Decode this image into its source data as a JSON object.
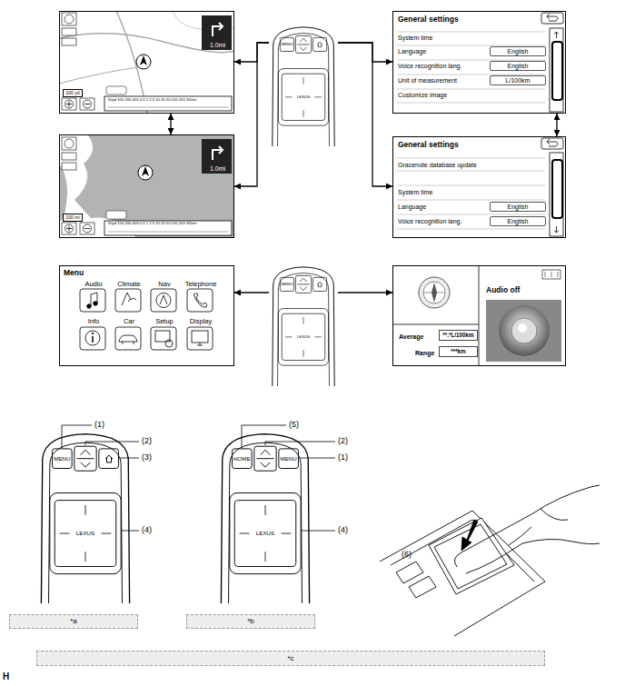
{
  "diagram": {
    "nodes": [
      {
        "text": [
          "50yd 100 200 400 0.5 1 2 5 10 20 50 100 200 300mi"
        ]
      },
      {
        "text": [
          "1.0mi"
        ],
        "in": 0
      },
      {
        "text": [
          "200 yd"
        ],
        "in": 0
      },
      {
        "text": [
          "50yd 100 200 400 0.5 1 2 5 10 20 50 100 200 300mi"
        ]
      },
      {
        "text": [
          "1.0mi"
        ],
        "in": 3
      },
      {
        "text": [
          "100 mi"
        ],
        "in": 3
      },
      {
        "text": [
          "General settings",
          "System time",
          "Language",
          "Voice recognition lang.",
          "Unit of measurement",
          "Customize image"
        ]
      },
      {
        "text": [
          "English"
        ],
        "in": 6
      },
      {
        "text": [
          "English"
        ],
        "in": 6
      },
      {
        "text": [
          "L/100km"
        ],
        "in": 6
      },
      {
        "text": [
          "General settings",
          "Gracenote database update",
          "System time",
          "Language",
          "Voice recognition lang."
        ]
      },
      {
        "text": [
          "English"
        ],
        "in": 10
      },
      {
        "text": [
          "English"
        ],
        "in": 10
      },
      {
        "text": [
          "MENU",
          "LEXUS"
        ]
      },
      {
        "text": [
          "Menu",
          "Audio",
          "Climate",
          "Nav",
          "Telephone",
          "Info",
          "Car",
          "Setup",
          "Display"
        ]
      },
      {
        "text": [
          "Audio off",
          "Average",
          "Range"
        ]
      },
      {
        "text": [
          "**.*L/100km"
        ],
        "in": 15
      },
      {
        "text": [
          "***km"
        ],
        "in": 15
      },
      {
        "text": [
          "MENU",
          "LEXUS"
        ]
      },
      {
        "text": [
          "MENU",
          "LEXUS"
        ]
      },
      {
        "text": [
          "HOME",
          "MENU",
          "LEXUS"
        ]
      },
      {
        "text": [
          "*a"
        ]
      },
      {
        "text": [
          "*b"
        ]
      },
      {
        "text": [
          "*c"
        ]
      }
    ],
    "edges": [
      {
        "from": 13,
        "to": 0,
        "arrow": "to"
      },
      {
        "from": 13,
        "to": 3,
        "arrow": "to"
      },
      {
        "from": 13,
        "to": 6,
        "arrow": "to"
      },
      {
        "from": 13,
        "to": 10,
        "arrow": "to"
      },
      {
        "from": 0,
        "to": 3,
        "arrow": "both"
      },
      {
        "from": 6,
        "to": 10,
        "arrow": "both"
      },
      {
        "from": 18,
        "to": 14,
        "arrow": "to"
      },
      {
        "from": 18,
        "to": 15,
        "arrow": "to"
      }
    ],
    "labels": [
      "(1)",
      "(2)",
      "(3)",
      "(4)",
      "(5)",
      "(2)",
      "(1)",
      "(4)",
      "(6)",
      "H"
    ]
  }
}
